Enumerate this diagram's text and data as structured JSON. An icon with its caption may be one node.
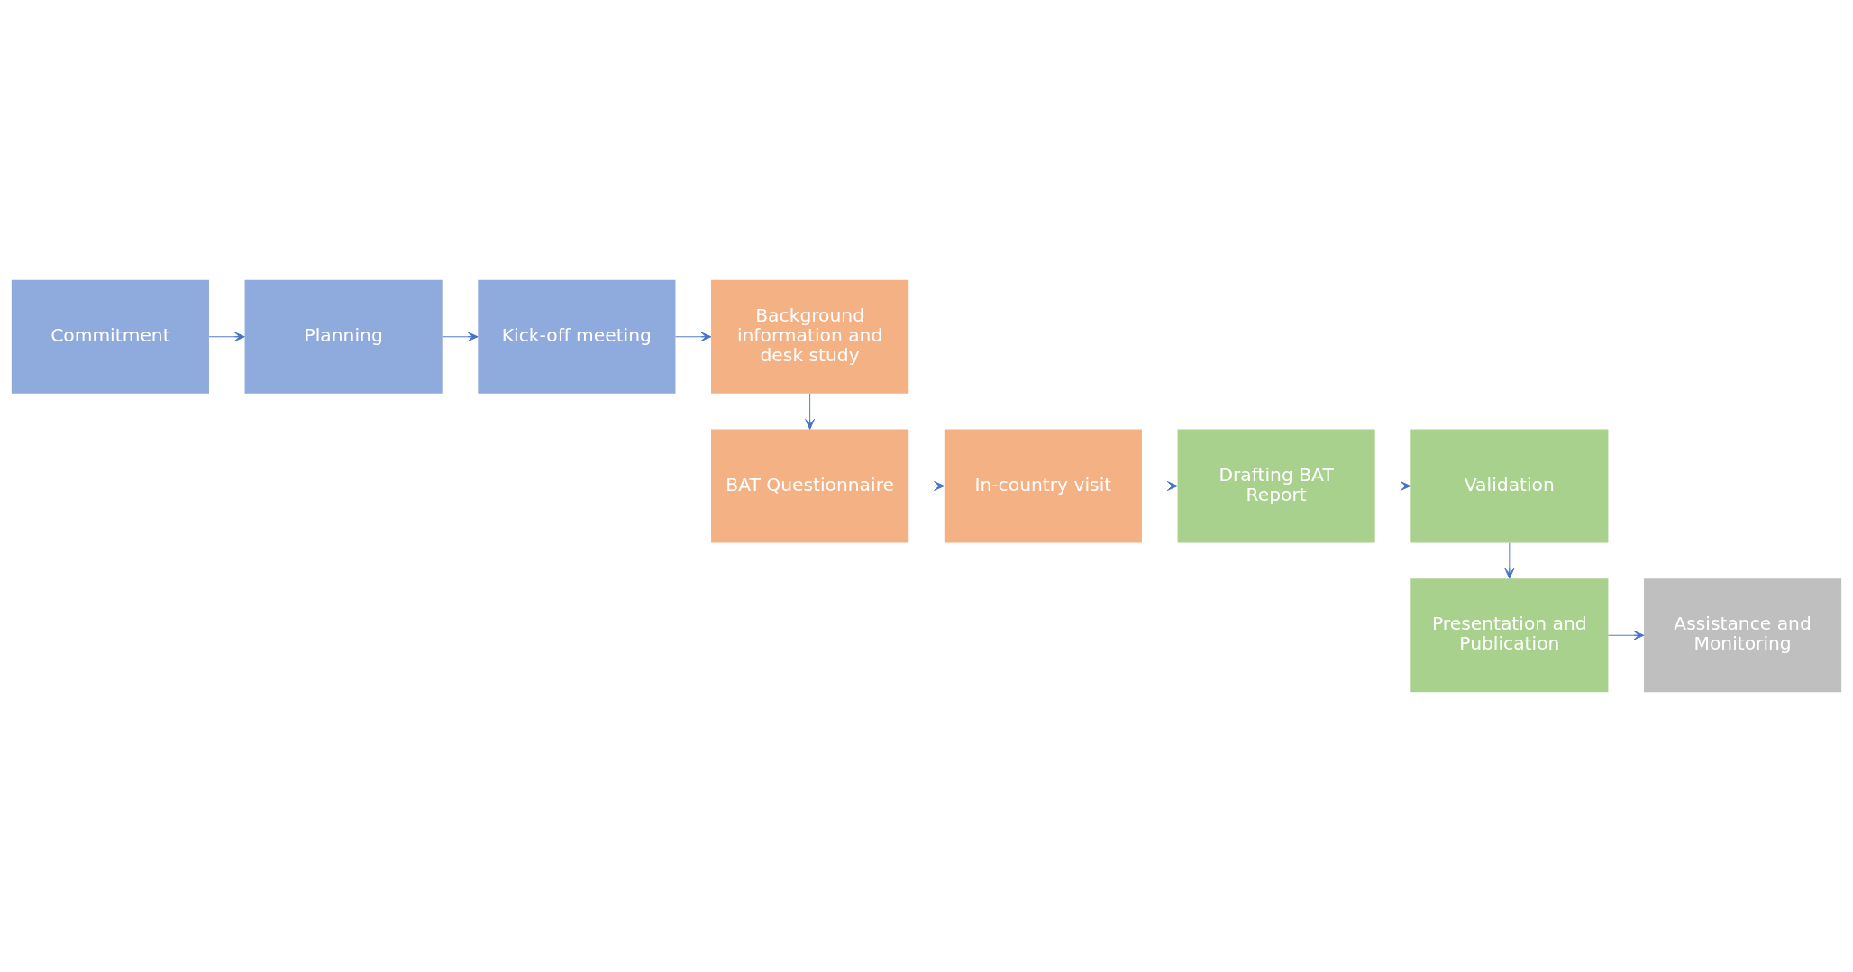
{
  "diagram": {
    "nodes": [
      {
        "text": [
          "Commitment"
        ]
      },
      {
        "text": [
          "Planning"
        ]
      },
      {
        "text": [
          "Kick-off meeting"
        ]
      },
      {
        "text": [
          "Background information and desk study"
        ]
      },
      {
        "text": [
          "BAT Questionnaire"
        ]
      },
      {
        "text": [
          "In-country visit"
        ]
      },
      {
        "text": [
          "Drafting BAT Report"
        ]
      },
      {
        "text": [
          "Validation"
        ]
      },
      {
        "text": [
          "Presentation and Publication"
        ]
      },
      {
        "text": [
          "Assistance and Monitoring"
        ]
      }
    ],
    "edges": [
      {
        "from": 0,
        "to": 1,
        "arrow": "to"
      },
      {
        "from": 1,
        "to": 2,
        "arrow": "to"
      },
      {
        "from": 2,
        "to": 3,
        "arrow": "to"
      },
      {
        "from": 3,
        "to": 4,
        "arrow": "to"
      },
      {
        "from": 4,
        "to": 5,
        "arrow": "to"
      },
      {
        "from": 5,
        "to": 6,
        "arrow": "to"
      },
      {
        "from": 6,
        "to": 7,
        "arrow": "to"
      },
      {
        "from": 7,
        "to": 8,
        "arrow": "to"
      },
      {
        "from": 8,
        "to": 9,
        "arrow": "to"
      }
    ]
  }
}
